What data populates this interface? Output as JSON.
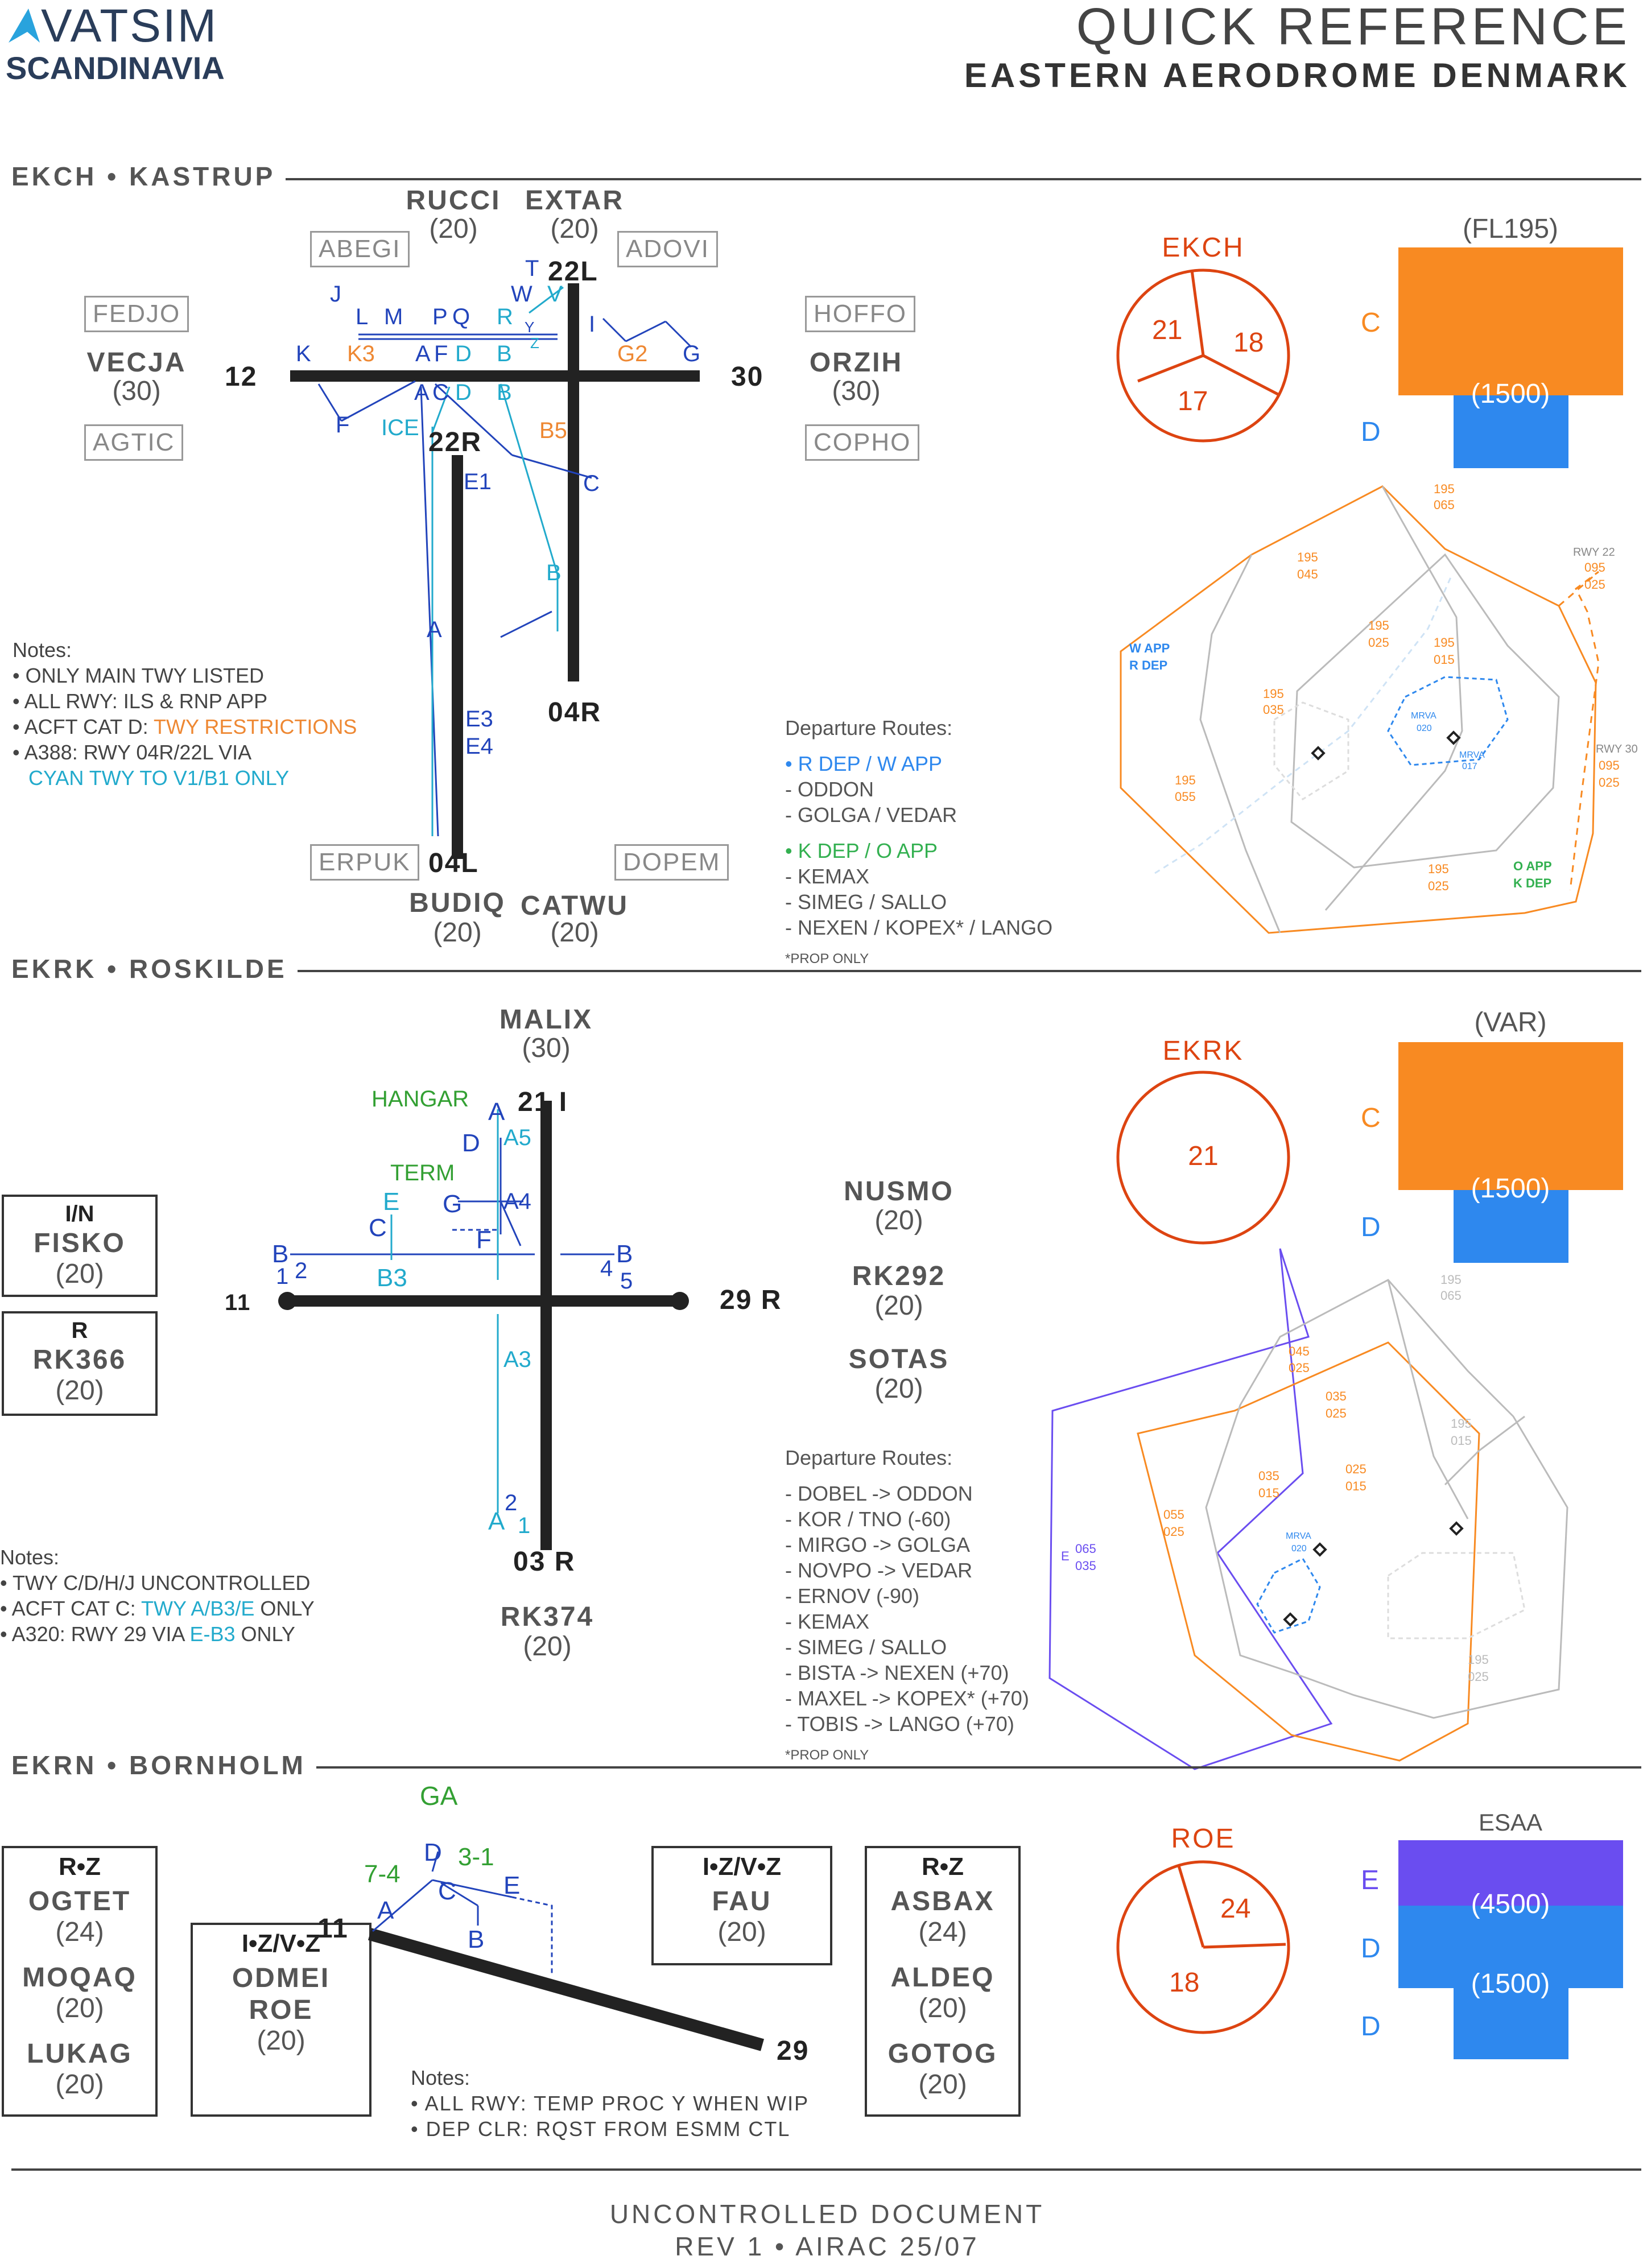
{
  "header": {
    "logo_top": "VATSIM",
    "logo_bottom": "SCANDINAVIA",
    "title": "QUICK REFERENCE",
    "subtitle": "EASTERN AERODROME DENMARK"
  },
  "colors": {
    "orange": "#f88a22",
    "blue": "#2e88ee",
    "purple": "#6a4df0",
    "red": "#dd4411"
  },
  "ekch": {
    "heading": "EKCH • KASTRUP",
    "fixes": [
      {
        "name": "RUCCI",
        "alt": "(20)"
      },
      {
        "name": "EXTAR",
        "alt": "(20)"
      },
      {
        "name": "VECJA",
        "alt": "(30)"
      },
      {
        "name": "ORZIH",
        "alt": "(30)"
      },
      {
        "name": "BUDIQ",
        "alt": "(20)"
      },
      {
        "name": "CATWU",
        "alt": "(20)"
      }
    ],
    "boxed_fixes": [
      "ABEGI",
      "ADOVI",
      "FEDJO",
      "HOFFO",
      "AGTIC",
      "COPHO",
      "ERPUK",
      "DOPEM"
    ],
    "runways": {
      "r12": "12",
      "r30": "30",
      "r22L": "22L",
      "r22R": "22R",
      "r04R": "04R",
      "r04L": "04L"
    },
    "taxiways": {
      "J": "J",
      "L": "L",
      "M": "M",
      "P": "P",
      "Q": "Q",
      "R": "R",
      "T": "T",
      "W": "W",
      "V": "V",
      "Y": "Y",
      "Z": "Z",
      "I": "I",
      "K": "K",
      "K3": "K3",
      "A": "A",
      "F": "F",
      "D": "D",
      "B": "B",
      "G2": "G2",
      "G": "G",
      "A2": "A",
      "C": "C",
      "D2": "D",
      "B2": "B",
      "F2": "F",
      "ICE": "ICE",
      "B5": "B5",
      "E1": "E1",
      "C2": "C",
      "B3": "B",
      "A3": "A",
      "E3": "E3",
      "E4": "E4"
    },
    "notes_title": "Notes:",
    "notes": [
      {
        "a": "• ONLY MAIN TWY LISTED",
        "b": ""
      },
      {
        "a": "• ALL RWY: ILS & RNP APP",
        "b": ""
      },
      {
        "a": "• ACFT CAT D: ",
        "b": "TWY RESTRICTIONS"
      },
      {
        "a": "• A388: RWY 04R/22L VIA",
        "b": ""
      },
      {
        "a": "",
        "b": "CYAN TWY TO V1/B1 ONLY"
      }
    ],
    "dep_title": "Departure Routes:",
    "dep_group1_head": "• R DEP / W APP",
    "dep_group1": [
      "- ODDON",
      "- GOLGA / VEDAR"
    ],
    "dep_group2_head": "• K DEP / O APP",
    "dep_group2": [
      "- KEMAX",
      "- SIMEG / SALLO",
      "- NEXEN / KOPEX* / LANGO"
    ],
    "dep_foot": "*PROP ONLY",
    "sector": {
      "name": "EKCH",
      "values": [
        "21",
        "18",
        "17"
      ]
    },
    "airspace": {
      "top": "(FL195)",
      "base": "(1500)",
      "class_c": "C",
      "class_d": "D"
    },
    "map_labels": {
      "w_app": "W APP",
      "r_dep": "R DEP",
      "o_app": "O APP",
      "k_dep": "K DEP",
      "rwy22": "RWY 22",
      "rwy30": "RWY 30",
      "mrva": "MRVA",
      "l1": "195",
      "l1b": "065",
      "l2": "195",
      "l2b": "045",
      "l3": "195",
      "l3b": "025",
      "l4": "195",
      "l4b": "015",
      "l5": "195",
      "l5b": "035",
      "l6": "195",
      "l6b": "055",
      "l7": "195",
      "l7b": "025",
      "l8": "095",
      "l8b": "025",
      "l9": "095",
      "l9b": "025",
      "mrva1": "020",
      "mrva2": "017"
    }
  },
  "ekrk": {
    "heading": "EKRK • ROSKILDE",
    "fixes": [
      {
        "name": "MALIX",
        "alt": "(30)"
      },
      {
        "name": "NUSMO",
        "alt": "(20)"
      },
      {
        "name": "RK292",
        "alt": "(20)"
      },
      {
        "name": "SOTAS",
        "alt": "(20)"
      },
      {
        "name": "RK374",
        "alt": "(20)"
      }
    ],
    "box1": {
      "tag": "I/N",
      "name": "FISKO",
      "alt": "(20)"
    },
    "box2": {
      "tag": "R",
      "name": "RK366",
      "alt": "(20)"
    },
    "runways": {
      "r21": "21",
      "r21i": "I",
      "r11": "11",
      "r29": "29",
      "r29r": "R",
      "r03": "03",
      "r03r": "R"
    },
    "taxiways": {
      "hangar": "HANGAR",
      "term": "TERM",
      "A": "A",
      "A5": "A5",
      "D": "D",
      "G": "G",
      "A4": "A4",
      "E": "E",
      "C": "C",
      "F": "F",
      "B": "B",
      "n1": "1",
      "n2": "2",
      "B3": "B3",
      "n4": "4",
      "n5": "5",
      "B2": "B",
      "A3": "A3",
      "A1": "A",
      "n2b": "2",
      "n1b": "1"
    },
    "notes_title": "Notes:",
    "notes": [
      {
        "a": "• TWY C/D/H/J UNCONTROLLED",
        "b": "",
        "c": ""
      },
      {
        "a": "• ACFT CAT C: ",
        "b": "TWY A/B3/E",
        "c": " ONLY"
      },
      {
        "a": "• A320: RWY 29 VIA ",
        "b": "E-B3",
        "c": " ONLY"
      }
    ],
    "dep_title": "Departure Routes:",
    "dep_routes": [
      "- DOBEL -> ODDON",
      "- KOR / TNO (-60)",
      "- MIRGO -> GOLGA",
      "- NOVPO -> VEDAR",
      "- ERNOV (-90)",
      "- KEMAX",
      "- SIMEG / SALLO",
      "- BISTA -> NEXEN (+70)",
      "- MAXEL -> KOPEX* (+70)",
      "- TOBIS -> LANGO (+70)"
    ],
    "dep_foot": "*PROP ONLY",
    "sector": {
      "name": "EKRK",
      "value": "21"
    },
    "airspace": {
      "top": "(VAR)",
      "base": "(1500)",
      "class_c": "C",
      "class_d": "D"
    },
    "map_labels": {
      "a1": "195",
      "a1b": "065",
      "a2": "045",
      "a2b": "025",
      "a3": "035",
      "a3b": "025",
      "a4": "195",
      "a4b": "015",
      "a5": "035",
      "a5b": "015",
      "a6": "025",
      "a6b": "015",
      "a7": "055",
      "a7b": "025",
      "a8": "195",
      "a8b": "025",
      "e": "E",
      "e1": "065",
      "e1b": "035",
      "mrva": "MRVA",
      "mrva1": "020"
    }
  },
  "ekrn": {
    "heading": "EKRN • BORNHOLM",
    "box_left": {
      "tag": "R•Z",
      "fixes": [
        {
          "name": "OGTET",
          "alt": "(24)"
        },
        {
          "name": "MOQAQ",
          "alt": "(20)"
        },
        {
          "name": "LUKAG",
          "alt": "(20)"
        }
      ]
    },
    "box_mid": {
      "tag": "I•Z/V•Z",
      "fixes": [
        {
          "name": "ODMEI",
          "alt": ""
        },
        {
          "name": "ROE",
          "alt": "(20)"
        }
      ]
    },
    "box_fau": {
      "tag": "I•Z/V•Z",
      "name": "FAU",
      "alt": "(20)"
    },
    "box_right": {
      "tag": "R•Z",
      "fixes": [
        {
          "name": "ASBAX",
          "alt": "(24)"
        },
        {
          "name": "ALDEQ",
          "alt": "(20)"
        },
        {
          "name": "GOTOG",
          "alt": "(20)"
        }
      ]
    },
    "runways": {
      "r11": "11",
      "r29": "29"
    },
    "taxiways": {
      "ga": "GA",
      "t74": "7-4",
      "t31": "3-1",
      "D": "D",
      "C": "C",
      "E": "E",
      "A": "A",
      "B": "B"
    },
    "notes_title": "Notes:",
    "notes": [
      "• ALL RWY: TEMP PROC Y WHEN WIP",
      "• DEP CLR: RQST FROM ESMM CTL"
    ],
    "sector": {
      "name": "ROE",
      "values": [
        "24",
        "18"
      ]
    },
    "airspace": {
      "top": "ESAA",
      "e_alt": "(4500)",
      "d_alt": "(1500)",
      "class_e": "E",
      "class_d1": "D",
      "class_d2": "D"
    }
  },
  "footer": {
    "line1": "UNCONTROLLED DOCUMENT",
    "line2": "REV 1 • AIRAC 25/07"
  }
}
